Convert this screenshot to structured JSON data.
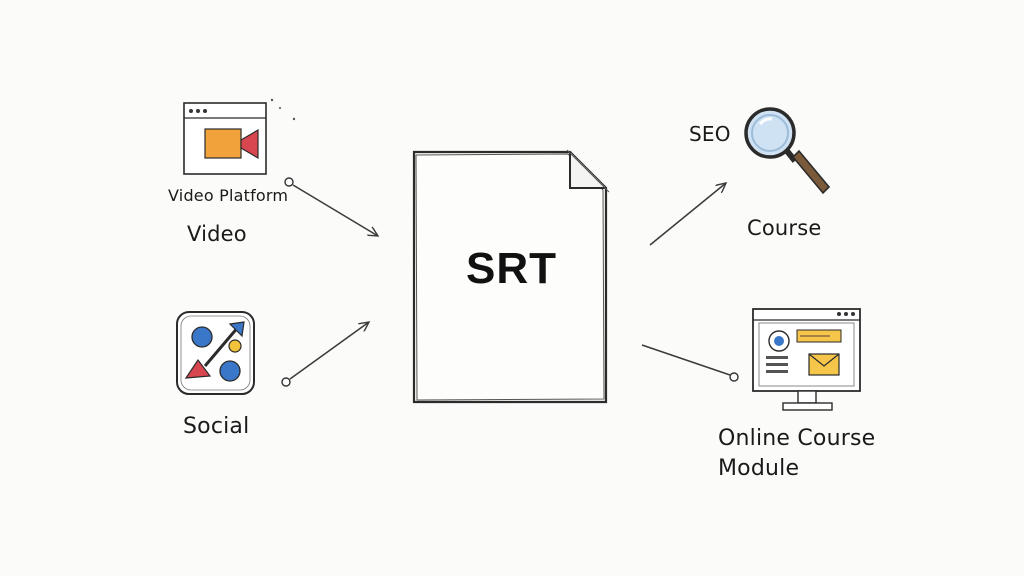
{
  "center": {
    "label": "SRT"
  },
  "inputs": [
    {
      "label": "Video Platform",
      "sublabel": "Video",
      "icon": "video-platform-icon"
    },
    {
      "label": "Social",
      "icon": "social-share-icon"
    }
  ],
  "outputs": [
    {
      "label": "SEO",
      "sublabel": "Course",
      "icon": "magnifying-glass-icon"
    },
    {
      "label": "Online Course\nModule",
      "icon": "monitor-course-icon"
    }
  ],
  "colors": {
    "ink": "#2b2b2b",
    "video_orange": "#f2a23a",
    "video_red": "#d8474f",
    "social_blue": "#3a77c9",
    "social_red": "#d8474f",
    "social_yellow": "#f2c23a",
    "lens_blue": "#cfe2f3",
    "handle_brown": "#7a5a3a",
    "module_yellow": "#f5c64a"
  }
}
